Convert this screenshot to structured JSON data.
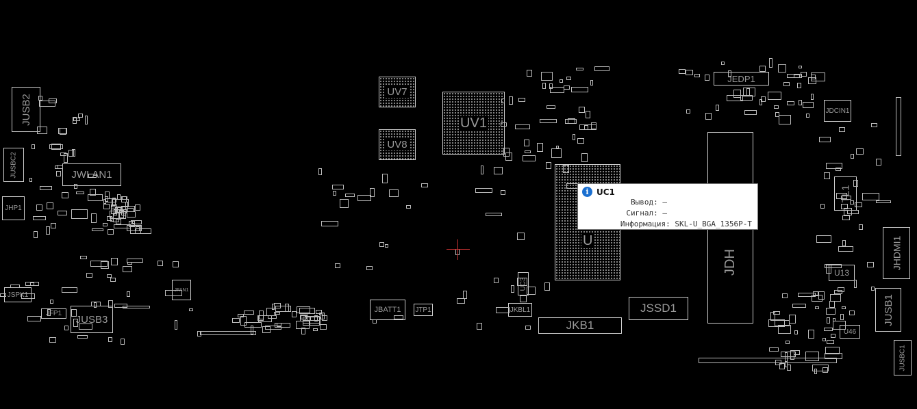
{
  "components": {
    "jusb2": "JUSB2",
    "jusbc2": "JUSBC2",
    "jwlan1": "JWLAN1",
    "jhp1": "JHP1",
    "jspk1": "JSPK1",
    "jfp1": "JFP1",
    "jusb3": "JUSB3",
    "jfan1": "JFAN1",
    "uv7": "UV7",
    "uv1": "UV1",
    "uv8": "UV8",
    "jbatt1": "JBATT1",
    "jtp1": "JTP1",
    "jkbl1": "JKBL1",
    "uc3": "UC3",
    "jkb1": "JKB1",
    "jssd1": "JSSD1",
    "jedp1": "JEDP1",
    "jdcin1": "JDCIN1",
    "tl1": "TL1",
    "jdimm": "JDH",
    "jhdmi1": "JHDMI1",
    "u13": "U13",
    "jusb1": "JUSB1",
    "u46": "U46",
    "jusbc1": "JUSBC1",
    "uc1": "U"
  },
  "tooltip": {
    "title": "UC1",
    "pin_label": "Вывод:",
    "pin_value": "—",
    "signal_label": "Сигнал:",
    "signal_value": "—",
    "info_label": "Информация:",
    "info_value": "SKL-U_BGA_1356P-T"
  }
}
